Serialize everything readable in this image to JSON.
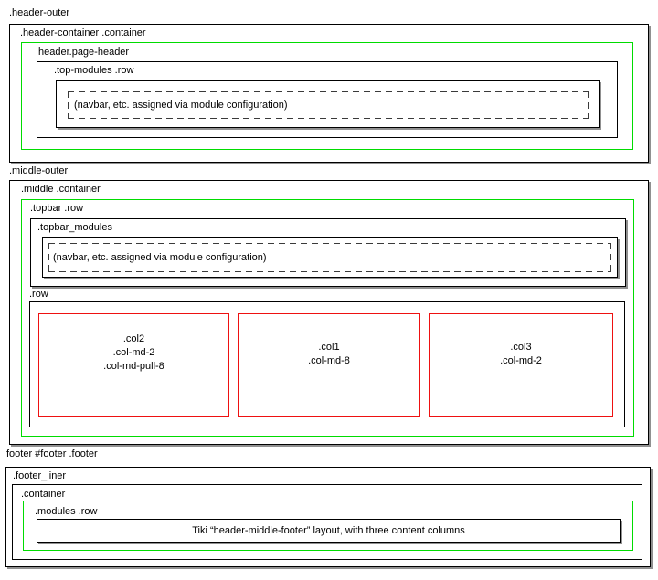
{
  "colors": {
    "box_border": "#000000",
    "green_border": "#00dc00",
    "red_border": "#ee1111",
    "dash_border": "#3a3a3a",
    "shadow": "#909090"
  },
  "header": {
    "outer_label": ".header-outer",
    "container_label": ".header-container .container",
    "page_header_label": "header.page-header",
    "top_modules_label": ".top-modules .row",
    "navbar_note": "(navbar, etc. assigned via module configuration)"
  },
  "middle": {
    "outer_label": ".middle-outer",
    "container_label": ".middle .container",
    "topbar_label": ".topbar .row",
    "topbar_modules_label": ".topbar_modules",
    "navbar_note": "(navbar, etc. assigned via module configuration)",
    "row_label": ".row",
    "columns": [
      {
        "lines": [
          ".col2",
          ".col-md-2",
          ".col-md-pull-8"
        ]
      },
      {
        "lines": [
          ".col1",
          ".col-md-8"
        ]
      },
      {
        "lines": [
          ".col3",
          ".col-md-2"
        ]
      }
    ]
  },
  "footer": {
    "outer_label": "footer #footer .footer",
    "liner_label": ".footer_liner",
    "container_label": ".container",
    "modules_label": ".modules .row",
    "caption": "Tiki “header-middle-footer” layout, with three content columns"
  }
}
